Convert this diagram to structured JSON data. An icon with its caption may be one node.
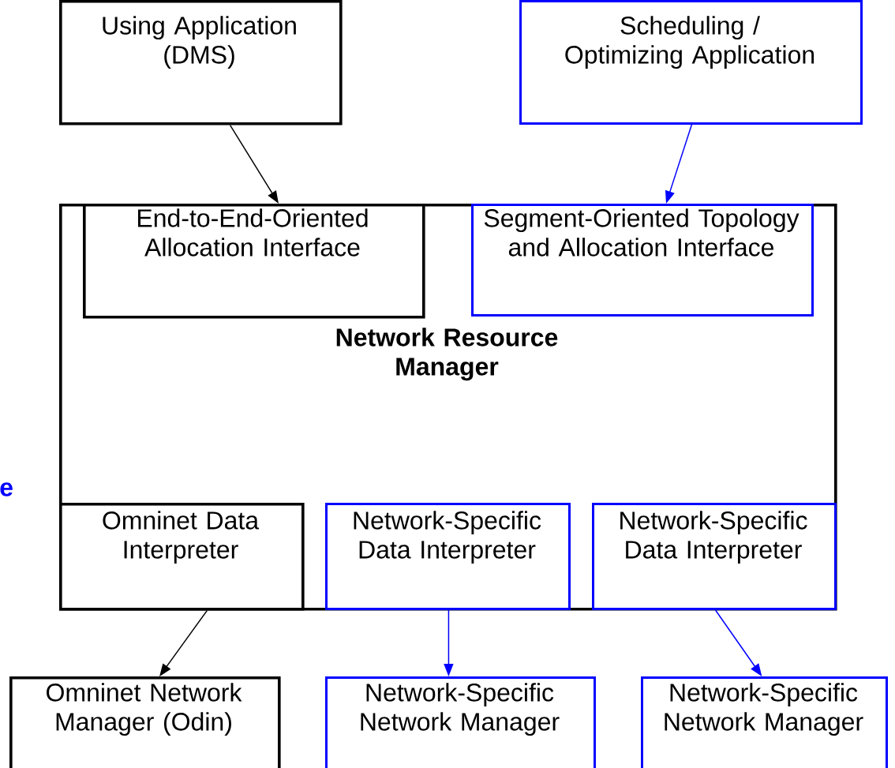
{
  "diagram": {
    "nodes": [
      {
        "text": [
          "Using Application (DMS)"
        ]
      },
      {
        "text": [
          "Scheduling / Optimizing Application"
        ]
      },
      {
        "text": [
          "Network Resource Manager"
        ]
      },
      {
        "text": [
          "End-to-End-Oriented Allocation Interface"
        ],
        "in": 2
      },
      {
        "text": [
          "Segment-Oriented Topology and Allocation Interface"
        ],
        "in": 2
      },
      {
        "text": [
          "Omninet Data Interpreter"
        ],
        "in": 2
      },
      {
        "text": [
          "Network-Specific Data Interpreter"
        ],
        "in": 2
      },
      {
        "text": [
          "Network-Specific Data Interpreter"
        ],
        "in": 2
      },
      {
        "text": [
          "Omninet Network Manager (Odin)"
        ]
      },
      {
        "text": [
          "Network-Specific Network Manager"
        ]
      },
      {
        "text": [
          "Network-Specific Network Manager"
        ]
      }
    ],
    "edges": [
      {
        "from": 0,
        "to": 3,
        "arrow": "to",
        "color": "#000000"
      },
      {
        "from": 1,
        "to": 4,
        "arrow": "to"
      },
      {
        "from": 5,
        "to": 8,
        "arrow": "to",
        "color": "#000000"
      },
      {
        "from": 6,
        "to": 9,
        "arrow": "to"
      },
      {
        "from": 7,
        "to": 10,
        "arrow": "to"
      }
    ],
    "labels": [
      "e"
    ]
  }
}
